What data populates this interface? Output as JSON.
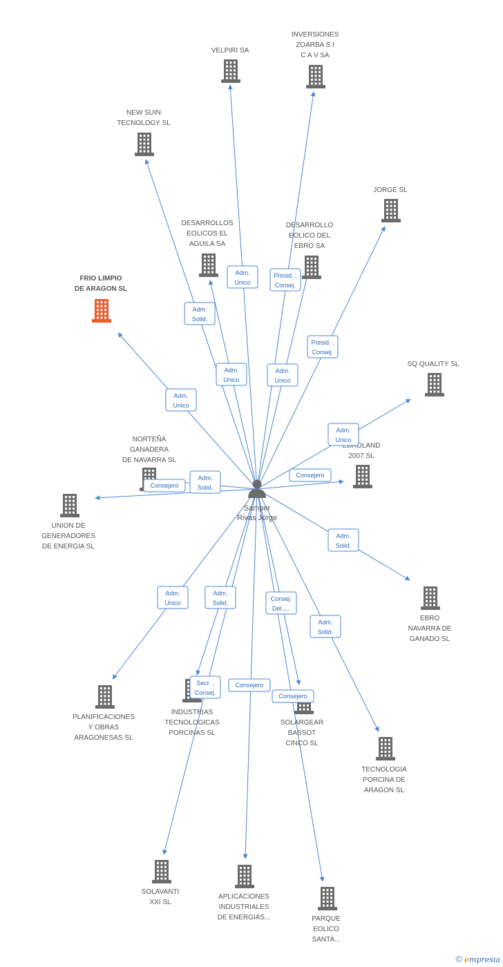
{
  "center": {
    "name_line1": "Samper",
    "name_line2": "Rivas Jorge",
    "icon": "person-icon"
  },
  "companies": [
    {
      "id": "velpiri",
      "lines": [
        "VELPIRI SA"
      ],
      "highlight": false,
      "role": [
        "Adm.",
        "Unico"
      ]
    },
    {
      "id": "inversiones",
      "lines": [
        "INVERSIONES",
        "ZOARBA S I",
        "C A V SA"
      ],
      "highlight": false,
      "role": [
        "Presid. ,",
        "Consej."
      ]
    },
    {
      "id": "newsuin",
      "lines": [
        "NEW SUIN",
        "TECNOLOGY SL"
      ],
      "highlight": false,
      "role": [
        "Adm.",
        "Solid."
      ]
    },
    {
      "id": "jorge",
      "lines": [
        "JORGE SL"
      ],
      "highlight": false,
      "role": [
        "Presid. ,",
        "Consej."
      ]
    },
    {
      "id": "desarrollos",
      "lines": [
        "DESARROLLOS",
        "EOLICOS EL",
        "AGUILA SA"
      ],
      "highlight": false,
      "role": [
        "Adm.",
        "Unico"
      ]
    },
    {
      "id": "desarrollo",
      "lines": [
        "DESARROLLO",
        "EOLICO DEL",
        "EBRO SA"
      ],
      "highlight": false,
      "role": [
        "Adm.",
        "Unico"
      ]
    },
    {
      "id": "friolimpio",
      "lines": [
        "FRIO LIMPIO",
        "DE ARAGON SL"
      ],
      "highlight": true,
      "role": [
        "Adm.",
        "Unico"
      ]
    },
    {
      "id": "sqquality",
      "lines": [
        "SQ QUALITY SL"
      ],
      "highlight": false,
      "role": [
        "Adm.",
        "Unico"
      ]
    },
    {
      "id": "norte",
      "lines": [
        "NORTEÑA",
        "GANADERA",
        "DE NAVARRA SL"
      ],
      "highlight": false,
      "role": [
        "Adm.",
        "Solid."
      ]
    },
    {
      "id": "ebroland",
      "lines": [
        "EBROLAND",
        "2007 SL"
      ],
      "highlight": false,
      "role": [
        "Consejero"
      ]
    },
    {
      "id": "union",
      "lines": [
        "UNION DE",
        "GENERADORES",
        "DE ENERGIA SL"
      ],
      "highlight": false,
      "role": [
        "Consejero"
      ]
    },
    {
      "id": "ebronav",
      "lines": [
        "EBRO",
        "NAVARRA DE",
        "GANADO SL"
      ],
      "highlight": false,
      "role": [
        "Adm.",
        "Solid."
      ]
    },
    {
      "id": "planif",
      "lines": [
        "PLANIFICACIONES",
        "Y OBRAS",
        "ARAGONESAS SL"
      ],
      "highlight": false,
      "role": [
        "Adm.",
        "Unico"
      ]
    },
    {
      "id": "industrias",
      "lines": [
        "INDUSTRIAS",
        "TECNOLOGICAS",
        "PORCINAS SL"
      ],
      "highlight": false,
      "role": [
        "Secr. ,",
        "Consej."
      ]
    },
    {
      "id": "solargear",
      "lines": [
        "SOLARGEAR",
        "BASSOT",
        "CINCO SL"
      ],
      "highlight": false,
      "role": [
        "Consej.",
        "Del.,..."
      ]
    },
    {
      "id": "tecnologia",
      "lines": [
        "TECNOLOGIA",
        "PORCINA DE",
        "ARAGON SL"
      ],
      "highlight": false,
      "role": [
        "Adm.",
        "Solid."
      ]
    },
    {
      "id": "solavanti",
      "lines": [
        "SOLAVANTI",
        "XXI SL"
      ],
      "highlight": false,
      "role": [
        "Adm.",
        "Solid."
      ]
    },
    {
      "id": "aplicaciones",
      "lines": [
        "APLICACIONES",
        "INDUSTRIALES",
        "DE ENERGIAS..."
      ],
      "highlight": false,
      "role": [
        "Consejero"
      ]
    },
    {
      "id": "parque",
      "lines": [
        "PARQUE",
        "EOLICO",
        "SANTA..."
      ],
      "highlight": false,
      "role": [
        "Consejero"
      ]
    }
  ],
  "brand": {
    "symbol": "©",
    "initial": "e",
    "rest": "mpresia"
  },
  "colors": {
    "edge": "#4a86d4",
    "node": "#6b6b6b",
    "highlight": "#f05a28",
    "role_text": "#2c6bb8"
  }
}
